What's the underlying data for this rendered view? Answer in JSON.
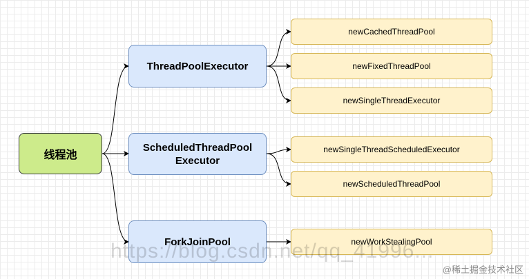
{
  "root": {
    "label": "线程池"
  },
  "executors": [
    {
      "label": "ThreadPoolExecutor"
    },
    {
      "label": "ScheduledThreadPool\nExecutor"
    },
    {
      "label": "ForkJoinPool"
    }
  ],
  "factories": [
    {
      "label": "newCachedThreadPool"
    },
    {
      "label": "newFixedThreadPool"
    },
    {
      "label": "newSingleThreadExecutor"
    },
    {
      "label": "newSingleThreadScheduledExecutor"
    },
    {
      "label": "newScheduledThreadPool"
    },
    {
      "label": "newWorkStealingPool"
    }
  ],
  "watermark": {
    "text": "https://blog.csdn.net/qq_41996..."
  },
  "credit": {
    "text": "@稀土掘金技术社区"
  },
  "colors": {
    "root_fill": "#cdeb8b",
    "executor_fill": "#dae8fc",
    "factory_fill": "#fff2cc",
    "edge": "#000000"
  }
}
